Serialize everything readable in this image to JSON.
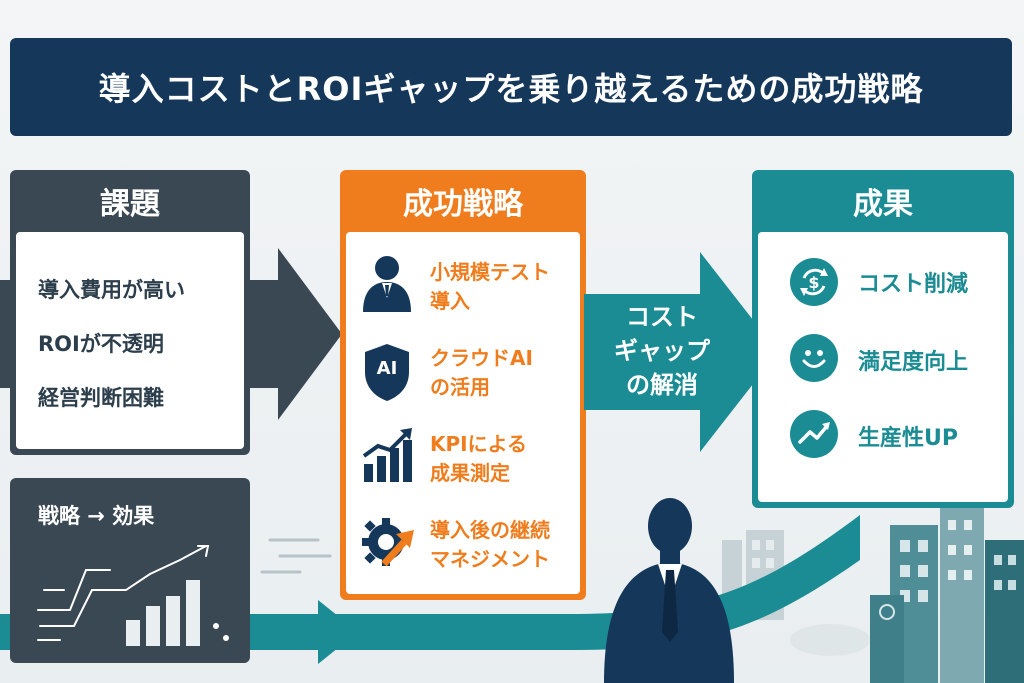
{
  "title": "導入コストとROIギャップを乗り越えるための成功戦略",
  "issues": {
    "heading": "課題",
    "items": [
      "導入費用が高い",
      "ROIが不透明",
      "経営判断困難"
    ]
  },
  "strategy": {
    "heading": "成功戦略",
    "items": [
      {
        "line1": "小規模テスト",
        "line2": "導入",
        "icon": "person-icon"
      },
      {
        "line1": "クラウドAI",
        "line2": "の活用",
        "icon": "ai-shield-icon",
        "badge": "AI"
      },
      {
        "line1": "KPIによる",
        "line2": "成果測定",
        "icon": "growth-chart-icon"
      },
      {
        "line1": "導入後の継続",
        "line2": "マネジメント",
        "icon": "gear-arrow-icon"
      }
    ]
  },
  "gap_arrow": {
    "lines": [
      "コスト",
      "ギャップ",
      "の解消"
    ]
  },
  "results": {
    "heading": "成果",
    "items": [
      {
        "label": "コスト削減",
        "icon": "dollar-cycle-icon"
      },
      {
        "label": "満足度向上",
        "icon": "smile-icon"
      },
      {
        "label": "生産性UP",
        "icon": "trend-up-icon"
      }
    ]
  },
  "strategy_effect": {
    "label": "戦略 → 効果"
  },
  "colors": {
    "navy": "#15375a",
    "dark_slate": "#3a4854",
    "orange": "#ef7d1e",
    "teal": "#1b8c93"
  }
}
